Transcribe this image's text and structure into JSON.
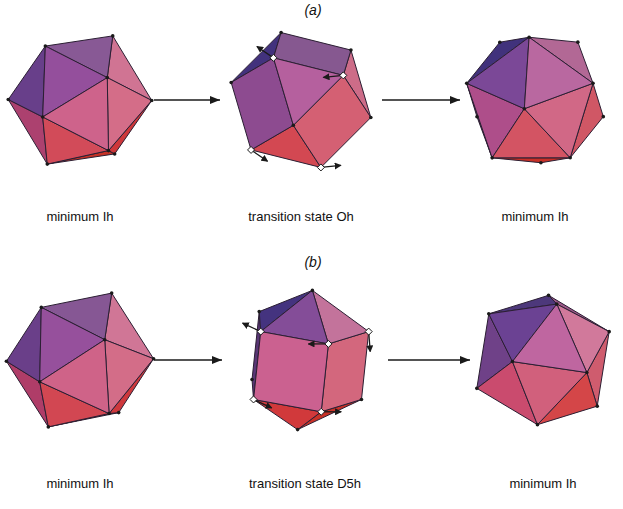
{
  "diagram": {
    "nodes": [
      {
        "text": [
          "minimum Ih"
        ]
      },
      {
        "text": [
          "transition state Oh"
        ]
      },
      {
        "text": [
          "minimum Ih"
        ]
      },
      {
        "text": [
          "minimum Ih"
        ]
      },
      {
        "text": [
          "transition state D5h"
        ]
      },
      {
        "text": [
          "minimum Ih"
        ]
      }
    ],
    "edges": [
      {
        "from": 0,
        "to": 1,
        "arrow": "to"
      },
      {
        "from": 1,
        "to": 2,
        "arrow": "to"
      },
      {
        "from": 3,
        "to": 4,
        "arrow": "to"
      },
      {
        "from": 4,
        "to": 5,
        "arrow": "to"
      }
    ],
    "labels": [
      "(a)",
      "(b)"
    ]
  }
}
